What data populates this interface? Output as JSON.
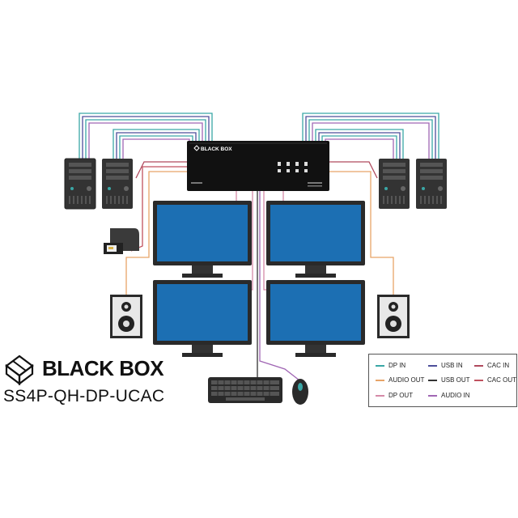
{
  "brand": {
    "name": "BLACK BOX",
    "model": "SS4P-QH-DP-UCAC",
    "unit_logo": "BLACK BOX"
  },
  "colors": {
    "dp_in": "#3aa7a6",
    "audio_out": "#e7a468",
    "dp_out": "#d58aa8",
    "usb_in": "#4d4f9a",
    "usb_out": "#333333",
    "audio_in": "#a066b4",
    "cac_in": "#b04a5e",
    "cac_out": "#c0525f",
    "screen": "#1c6fb3"
  },
  "legend": {
    "items": [
      {
        "label": "DP IN",
        "color": "#3aa7a6"
      },
      {
        "label": "USB IN",
        "color": "#4d4f9a"
      },
      {
        "label": "CAC IN",
        "color": "#b04a5e"
      },
      {
        "label": "AUDIO OUT",
        "color": "#e7a468"
      },
      {
        "label": "USB OUT",
        "color": "#333333"
      },
      {
        "label": "CAC OUT",
        "color": "#c0525f"
      },
      {
        "label": "DP OUT",
        "color": "#d58aa8"
      },
      {
        "label": "AUDIO IN",
        "color": "#a066b4"
      }
    ]
  },
  "icons": [
    "kvm-switch-icon",
    "computer-tower-icon",
    "monitor-icon",
    "speaker-icon",
    "card-reader-icon",
    "keyboard-icon",
    "mouse-icon",
    "black-box-logo-icon"
  ]
}
